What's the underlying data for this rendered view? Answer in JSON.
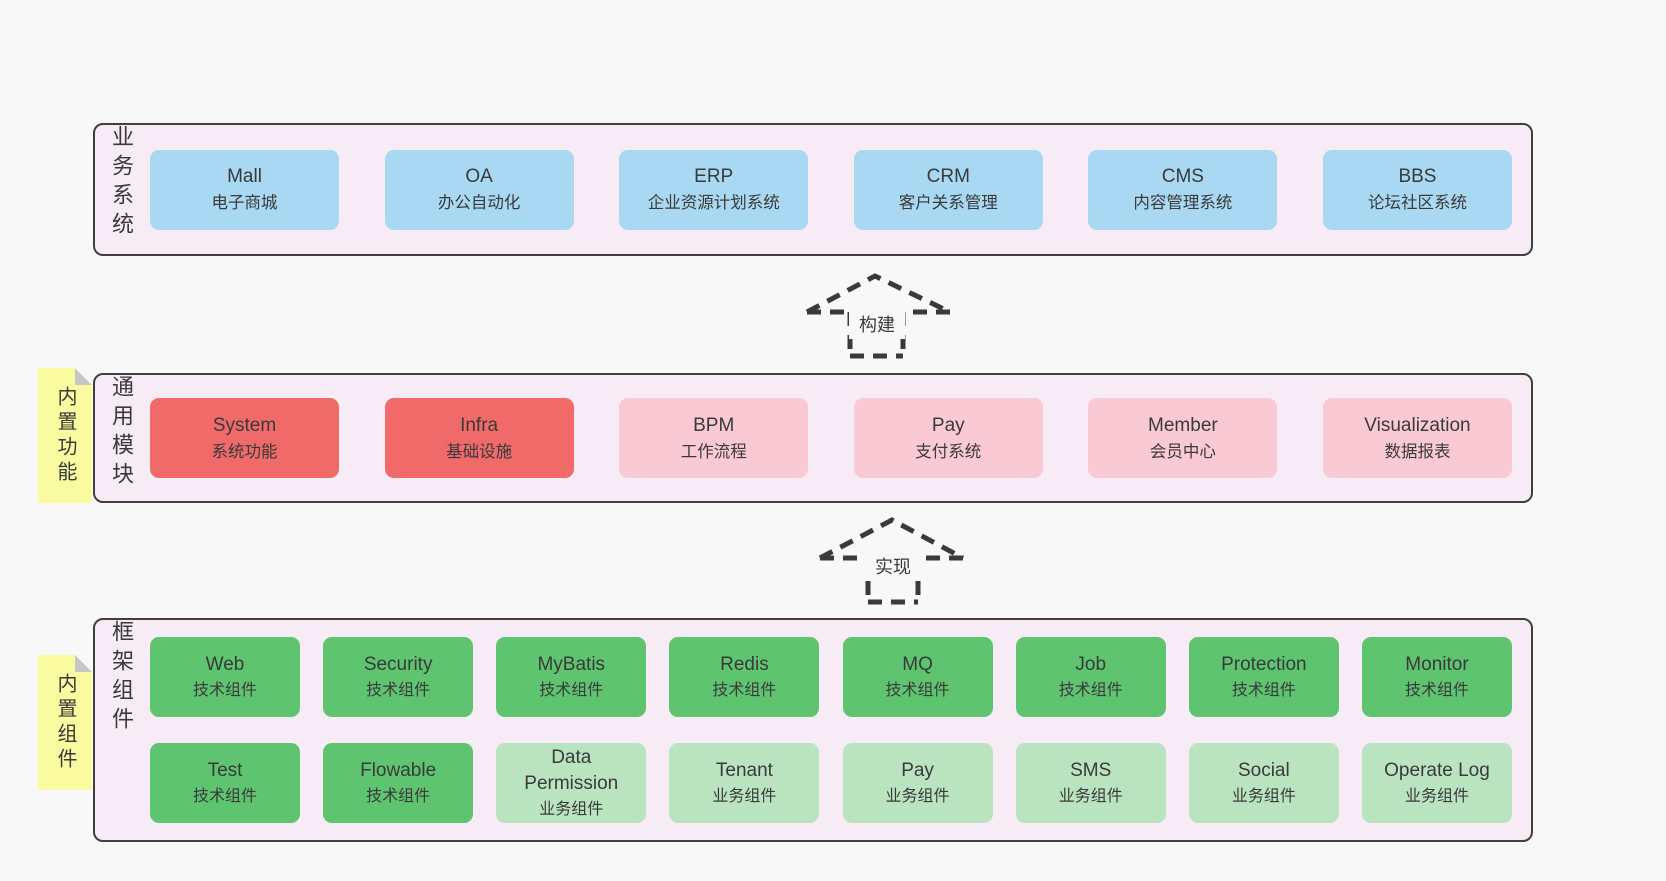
{
  "colors": {
    "page_bg": "#f8f8f8",
    "panel_bg": "#f7ecf5",
    "panel_border": "#3f3f3f",
    "blue": "#a9d8f2",
    "red": "#f06a6a",
    "pink": "#facad4",
    "green_dark": "#5ec46f",
    "green_light": "#bae4c0",
    "tag_bg": "#fafaa0",
    "tag_fold": "#c6c6c6",
    "text": "#3a3a3a"
  },
  "arrows": {
    "build": "构建",
    "implement": "实现"
  },
  "business": {
    "label": "业务系统",
    "boxes": [
      {
        "name": "Mall",
        "desc": "电子商城"
      },
      {
        "name": "OA",
        "desc": "办公自动化"
      },
      {
        "name": "ERP",
        "desc": "企业资源计划系统"
      },
      {
        "name": "CRM",
        "desc": "客户关系管理"
      },
      {
        "name": "CMS",
        "desc": "内容管理系统"
      },
      {
        "name": "BBS",
        "desc": "论坛社区系统"
      }
    ]
  },
  "common": {
    "label": "通用模块",
    "tag": "内置功能",
    "boxes": [
      {
        "name": "System",
        "desc": "系统功能",
        "variant": "red"
      },
      {
        "name": "Infra",
        "desc": "基础设施",
        "variant": "red"
      },
      {
        "name": "BPM",
        "desc": "工作流程",
        "variant": "pink"
      },
      {
        "name": "Pay",
        "desc": "支付系统",
        "variant": "pink"
      },
      {
        "name": "Member",
        "desc": "会员中心",
        "variant": "pink"
      },
      {
        "name": "Visualization",
        "desc": "数据报表",
        "variant": "pink"
      }
    ]
  },
  "framework": {
    "label": "框架组件",
    "tag": "内置组件",
    "row1": [
      {
        "name": "Web",
        "desc": "技术组件",
        "variant": "green-dark"
      },
      {
        "name": "Security",
        "desc": "技术组件",
        "variant": "green-dark"
      },
      {
        "name": "MyBatis",
        "desc": "技术组件",
        "variant": "green-dark"
      },
      {
        "name": "Redis",
        "desc": "技术组件",
        "variant": "green-dark"
      },
      {
        "name": "MQ",
        "desc": "技术组件",
        "variant": "green-dark"
      },
      {
        "name": "Job",
        "desc": "技术组件",
        "variant": "green-dark"
      },
      {
        "name": "Protection",
        "desc": "技术组件",
        "variant": "green-dark"
      },
      {
        "name": "Monitor",
        "desc": "技术组件",
        "variant": "green-dark"
      }
    ],
    "row2": [
      {
        "name": "Test",
        "desc": "技术组件",
        "variant": "green-dark"
      },
      {
        "name": "Flowable",
        "desc": "技术组件",
        "variant": "green-dark"
      },
      {
        "name": "Data Permission",
        "desc": "业务组件",
        "variant": "green-light"
      },
      {
        "name": "Tenant",
        "desc": "业务组件",
        "variant": "green-light"
      },
      {
        "name": "Pay",
        "desc": "业务组件",
        "variant": "green-light"
      },
      {
        "name": "SMS",
        "desc": "业务组件",
        "variant": "green-light"
      },
      {
        "name": "Social",
        "desc": "业务组件",
        "variant": "green-light"
      },
      {
        "name": "Operate Log",
        "desc": "业务组件",
        "variant": "green-light"
      }
    ]
  }
}
